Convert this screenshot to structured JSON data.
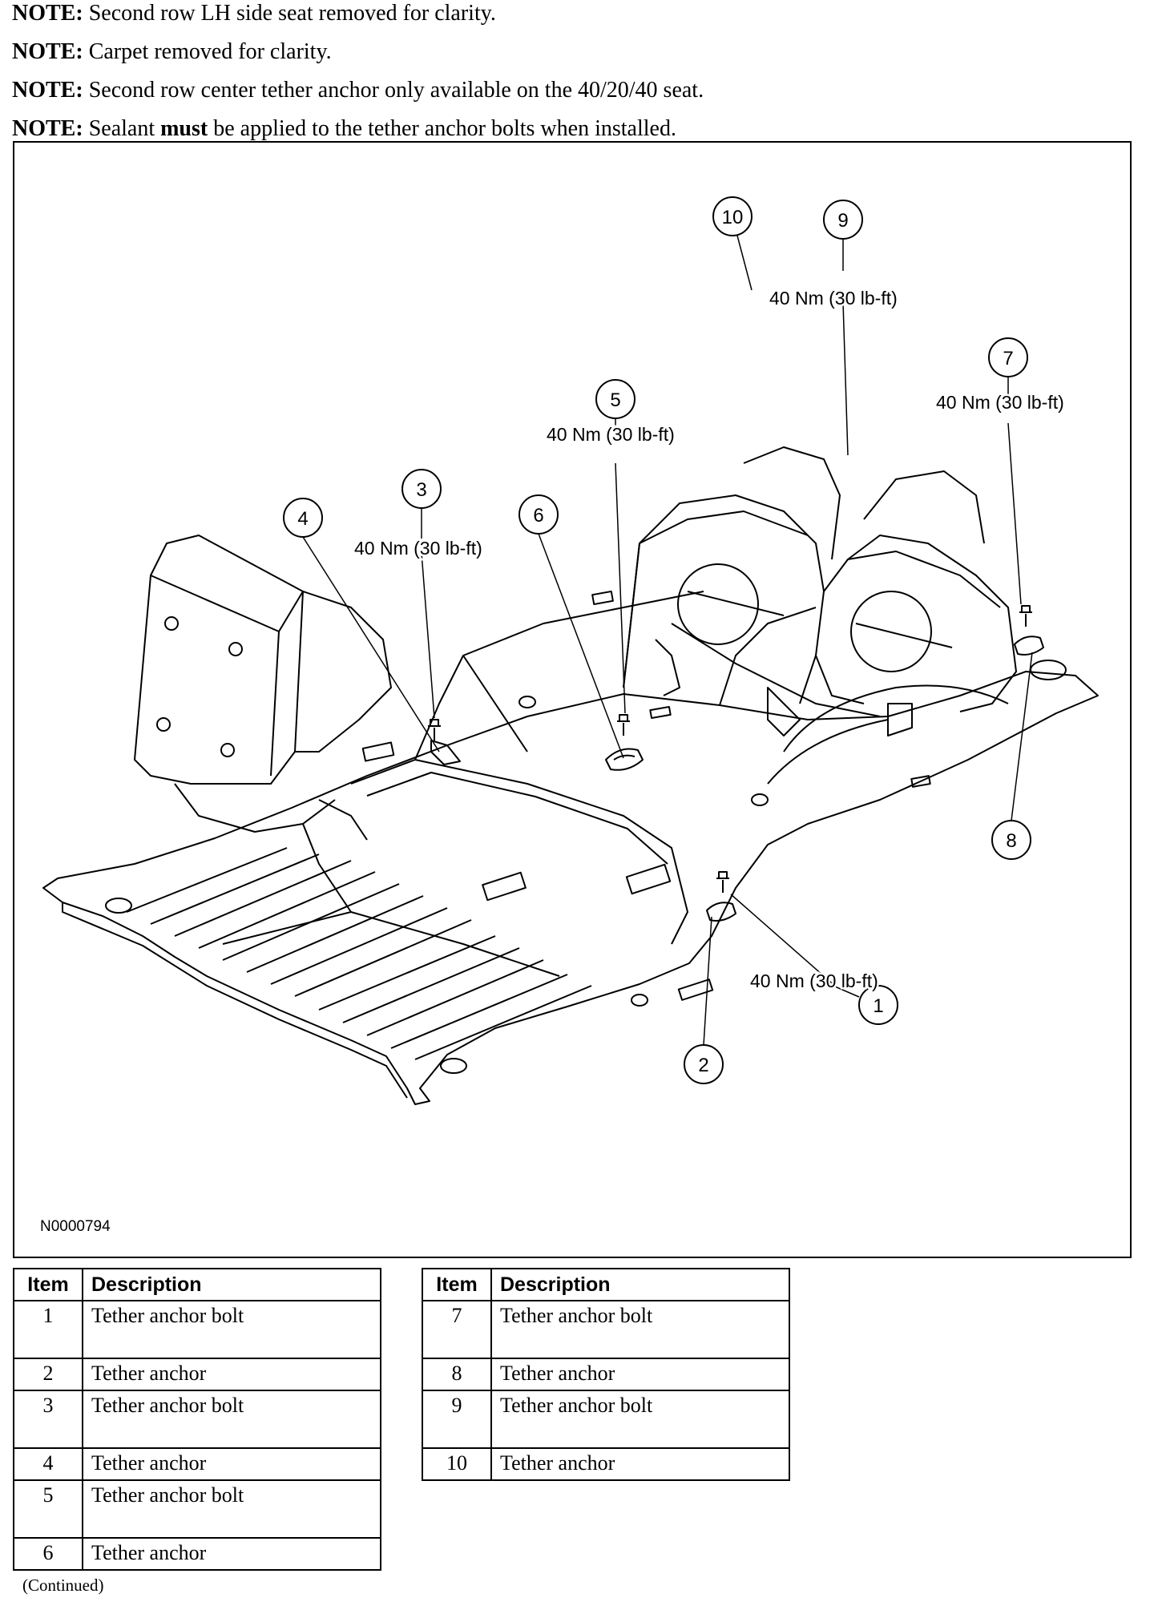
{
  "notes": [
    {
      "label": "NOTE:",
      "text": "Second row LH side seat removed for clarity."
    },
    {
      "label": "NOTE:",
      "text": "Carpet removed for clarity."
    },
    {
      "label": "NOTE:",
      "text": "Second row center tether anchor only available on the 40/20/40 seat."
    },
    {
      "label": "NOTE:",
      "text_before": "Sealant",
      "text_bold": "must",
      "text_after": "be applied to the tether anchor bolts when installed."
    }
  ],
  "figure": {
    "code": "N0000794",
    "callouts": [
      {
        "num": "1",
        "name": "callout-1"
      },
      {
        "num": "2",
        "name": "callout-2"
      },
      {
        "num": "3",
        "name": "callout-3"
      },
      {
        "num": "4",
        "name": "callout-4"
      },
      {
        "num": "5",
        "name": "callout-5"
      },
      {
        "num": "6",
        "name": "callout-6"
      },
      {
        "num": "7",
        "name": "callout-7"
      },
      {
        "num": "8",
        "name": "callout-8"
      },
      {
        "num": "9",
        "name": "callout-9"
      },
      {
        "num": "10",
        "name": "callout-10"
      }
    ],
    "torque_labels": [
      "40 Nm (30 lb-ft)",
      "40 Nm (30 lb-ft)",
      "40 Nm (30 lb-ft)",
      "40 Nm (30 lb-ft)",
      "40 Nm (30 lb-ft)"
    ]
  },
  "table_headers": {
    "item": "Item",
    "description": "Description"
  },
  "table_left": [
    {
      "item": "1",
      "description": "Tether anchor bolt"
    },
    {
      "item": "2",
      "description": "Tether anchor"
    },
    {
      "item": "3",
      "description": "Tether anchor bolt"
    },
    {
      "item": "4",
      "description": "Tether anchor"
    },
    {
      "item": "5",
      "description": "Tether anchor bolt"
    },
    {
      "item": "6",
      "description": "Tether anchor"
    }
  ],
  "table_right": [
    {
      "item": "7",
      "description": "Tether anchor bolt"
    },
    {
      "item": "8",
      "description": "Tether anchor"
    },
    {
      "item": "9",
      "description": "Tether anchor bolt"
    },
    {
      "item": "10",
      "description": "Tether anchor"
    }
  ],
  "footer": "(Continued)"
}
